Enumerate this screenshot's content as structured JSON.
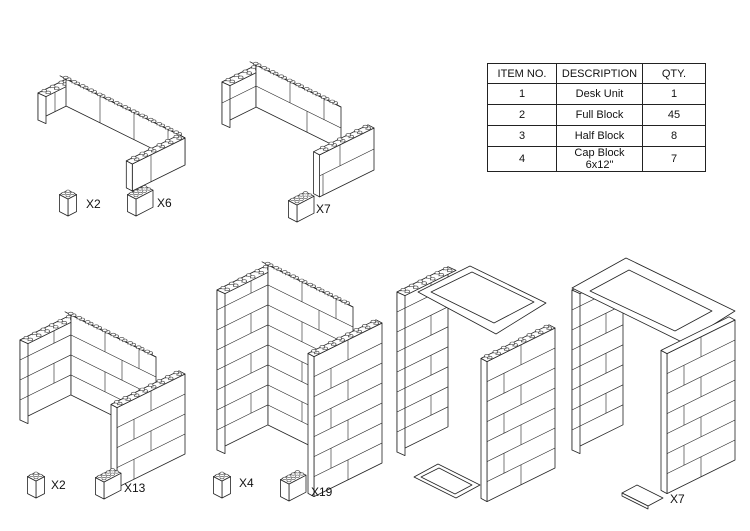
{
  "bom": {
    "headers": [
      "ITEM NO.",
      "DESCRIPTION",
      "QTY."
    ],
    "rows": [
      [
        "1",
        "Desk Unit",
        "1"
      ],
      [
        "2",
        "Full Block",
        "45"
      ],
      [
        "3",
        "Half Block",
        "8"
      ],
      [
        "4",
        "Cap Block 6x12\"",
        "7"
      ]
    ]
  },
  "step_labels": {
    "s1_half": "X2",
    "s1_full": "X6",
    "s2_full": "X7",
    "s3_half": "X2",
    "s3_full": "X13",
    "s4_half": "X4",
    "s4_full": "X19",
    "s6_cap": "X7"
  },
  "colors": {
    "line": "#222222",
    "fill": "#ffffff",
    "stud": "#444444"
  }
}
